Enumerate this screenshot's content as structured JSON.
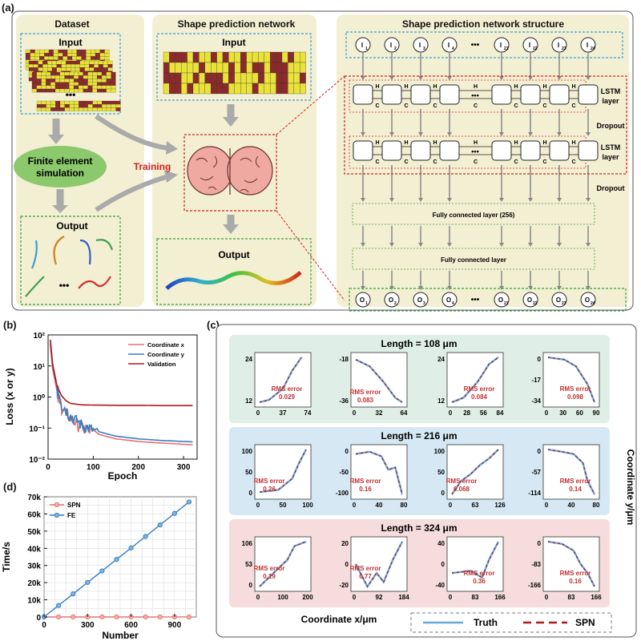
{
  "panel_labels": {
    "a": "(a)",
    "b": "(b)",
    "c": "(c)",
    "d": "(d)"
  },
  "panel_a": {
    "dataset_title": "Dataset",
    "dataset_input": "Input",
    "dataset_output": "Output",
    "fe_label_line1": "Finite element",
    "fe_label_line2": "simulation",
    "training": "Training",
    "spn_title": "Shape prediction network",
    "spn_input": "Input",
    "spn_output": "Output",
    "struct_title": "Shape prediction network structure",
    "inputs": [
      "I1",
      "I2",
      "I3",
      "I4",
      "I21",
      "I22",
      "I23",
      "I24"
    ],
    "outputs": [
      "O1",
      "O2",
      "O3",
      "O4",
      "O21",
      "O22",
      "O23",
      "O24"
    ],
    "lstm_layer_1": "LSTM",
    "lstm_layer_2": "layer",
    "dropout": "Dropout",
    "fc1": "Fully connected layer (256)",
    "fc2": "Fully connected layer",
    "hidden_label": "H",
    "cell_label": "C",
    "ellipsis": "•••",
    "colors": {
      "yellow": "#e8e23a",
      "maroon": "#8b2a2a",
      "panel_bg": "#f3efd2",
      "blue_dash": "#3aa0d8",
      "green_dash": "#3aa03a",
      "red_dash": "#d02020"
    }
  },
  "panel_b": {
    "chart_data": {
      "type": "line",
      "xlabel": "Epoch",
      "ylabel": "Loss (x or y)",
      "xlim": [
        0,
        330
      ],
      "ylim": [
        0.01,
        100
      ],
      "yscale": "log",
      "xticks": [
        "0",
        "100",
        "200",
        "300"
      ],
      "yticks": [
        "10⁻²",
        "10⁻¹",
        "10⁰",
        "10¹",
        "10²"
      ],
      "legend": [
        "Coordinate x",
        "Coordinate y",
        "Validation"
      ],
      "series": [
        {
          "name": "Coordinate x",
          "color": "#e87070",
          "x": [
            5,
            10,
            20,
            30,
            50,
            75,
            100,
            150,
            200,
            250,
            300,
            320
          ],
          "y": [
            50,
            8,
            1.5,
            0.5,
            0.2,
            0.11,
            0.07,
            0.045,
            0.037,
            0.033,
            0.03,
            0.029
          ]
        },
        {
          "name": "Coordinate y",
          "color": "#3a7fc0",
          "x": [
            5,
            10,
            20,
            30,
            50,
            75,
            100,
            150,
            200,
            250,
            300,
            320
          ],
          "y": [
            60,
            10,
            2,
            0.6,
            0.25,
            0.13,
            0.085,
            0.055,
            0.045,
            0.04,
            0.037,
            0.036
          ]
        },
        {
          "name": "Validation",
          "color": "#b01818",
          "x": [
            5,
            10,
            20,
            30,
            40,
            50,
            75,
            100,
            150,
            200,
            250,
            300,
            320
          ],
          "y": [
            70,
            12,
            2.2,
            1.1,
            0.75,
            0.62,
            0.56,
            0.55,
            0.54,
            0.54,
            0.53,
            0.53,
            0.53
          ]
        }
      ]
    }
  },
  "panel_c": {
    "rows": [
      {
        "title": "Length = 108 μm",
        "color": "#dfeee6",
        "plots": [
          {
            "yticks": [
              "24",
              "12"
            ],
            "xticks": [
              "0",
              "37",
              "74"
            ],
            "rms": "0.029"
          },
          {
            "yticks": [
              "-18",
              "-36"
            ],
            "xticks": [
              "0",
              "32",
              "64"
            ],
            "rms": "0.083"
          },
          {
            "yticks": [
              "24",
              "12"
            ],
            "xticks": [
              "0",
              "28",
              "56",
              "84"
            ],
            "rms": "0.084"
          },
          {
            "yticks": [
              "0",
              "-17",
              "-34"
            ],
            "xticks": [
              "0",
              "30",
              "60",
              "90"
            ],
            "rms": "0.098"
          }
        ]
      },
      {
        "title": "Length = 216 μm",
        "color": "#d6e8f3",
        "plots": [
          {
            "yticks": [
              "100",
              "50",
              "0"
            ],
            "xticks": [
              "0",
              "50",
              "100"
            ],
            "rms": "0.26"
          },
          {
            "yticks": [
              "0",
              "-50",
              "-100"
            ],
            "xticks": [
              "0",
              "40",
              "80"
            ],
            "rms": "0.16"
          },
          {
            "yticks": [
              "100",
              "50",
              "0"
            ],
            "xticks": [
              "0",
              "63",
              "126"
            ],
            "rms": "0.068"
          },
          {
            "yticks": [
              "0",
              "-57",
              "-114"
            ],
            "xticks": [
              "0",
              "40",
              "80"
            ],
            "rms": "0.14"
          }
        ]
      },
      {
        "title": "Length = 324 μm",
        "color": "#f6dcdc",
        "plots": [
          {
            "yticks": [
              "106",
              "53",
              "0"
            ],
            "xticks": [
              "0",
              "100",
              "200"
            ],
            "rms": "0.19"
          },
          {
            "yticks": [
              "20",
              "0",
              "-20"
            ],
            "xticks": [
              "0",
              "92",
              "184"
            ],
            "rms": "0.77"
          },
          {
            "yticks": [
              "40",
              "0",
              "-40"
            ],
            "xticks": [
              "0",
              "83",
              "166"
            ],
            "rms": "0.36"
          },
          {
            "yticks": [
              "0",
              "-83",
              "-166"
            ],
            "xticks": [
              "0",
              "83",
              "166"
            ],
            "rms": "0.16"
          }
        ]
      }
    ],
    "rms_label": "RMS error",
    "xlabel": "Coordinate x/μm",
    "ylabel": "Coordinate y/μm",
    "legend_truth": "Truth",
    "legend_spn": "SPN",
    "truth_color": "#6aa8d8",
    "spn_color": "#b01818"
  },
  "panel_d": {
    "chart_data": {
      "type": "line",
      "xlabel": "Number",
      "ylabel": "Time/s",
      "xlim": [
        0,
        1050
      ],
      "ylim": [
        0,
        70000
      ],
      "xticks": [
        "0",
        "300",
        "600",
        "900"
      ],
      "yticks": [
        "0",
        "10k",
        "20k",
        "30k",
        "40k",
        "50k",
        "60k",
        "70k"
      ],
      "series": [
        {
          "name": "SPN",
          "color": "#e87070",
          "x": [
            0,
            100,
            200,
            300,
            400,
            500,
            600,
            700,
            800,
            900,
            1000
          ],
          "y": [
            0,
            3,
            6,
            9,
            12,
            15,
            18,
            21,
            24,
            27,
            30
          ]
        },
        {
          "name": "FE",
          "color": "#3a7fc0",
          "x": [
            0,
            100,
            200,
            300,
            400,
            500,
            600,
            700,
            800,
            900,
            1000
          ],
          "y": [
            0,
            6700,
            13400,
            20100,
            26800,
            33500,
            40200,
            46900,
            53600,
            60300,
            67000
          ]
        }
      ]
    }
  }
}
